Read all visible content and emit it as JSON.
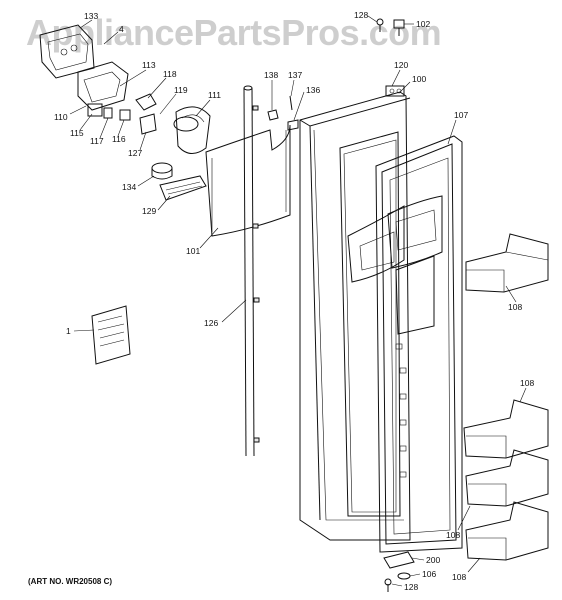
{
  "watermark": "AppliancePartsPros.com",
  "art_number": "(ART NO. WR20508 C)",
  "callouts": [
    {
      "key": "c133",
      "text": "133"
    },
    {
      "key": "c4",
      "text": "4"
    },
    {
      "key": "c113",
      "text": "113"
    },
    {
      "key": "c118",
      "text": "118"
    },
    {
      "key": "c119",
      "text": "119"
    },
    {
      "key": "c110",
      "text": "110"
    },
    {
      "key": "c115",
      "text": "115"
    },
    {
      "key": "c117",
      "text": "117"
    },
    {
      "key": "c116",
      "text": "116"
    },
    {
      "key": "c127",
      "text": "127"
    },
    {
      "key": "c111",
      "text": "111"
    },
    {
      "key": "c134",
      "text": "134"
    },
    {
      "key": "c129",
      "text": "129"
    },
    {
      "key": "c101",
      "text": "101"
    },
    {
      "key": "c138",
      "text": "138"
    },
    {
      "key": "c137",
      "text": "137"
    },
    {
      "key": "c136",
      "text": "136"
    },
    {
      "key": "c128a",
      "text": "128"
    },
    {
      "key": "c102",
      "text": "102"
    },
    {
      "key": "c120",
      "text": "120"
    },
    {
      "key": "c100",
      "text": "100"
    },
    {
      "key": "c107",
      "text": "107"
    },
    {
      "key": "c108a",
      "text": "108"
    },
    {
      "key": "c1",
      "text": "1"
    },
    {
      "key": "c126",
      "text": "126"
    },
    {
      "key": "c108b",
      "text": "108"
    },
    {
      "key": "c108c",
      "text": "108"
    },
    {
      "key": "c108d",
      "text": "108"
    },
    {
      "key": "c200",
      "text": "200"
    },
    {
      "key": "c106",
      "text": "106"
    },
    {
      "key": "c128b",
      "text": "128"
    }
  ]
}
